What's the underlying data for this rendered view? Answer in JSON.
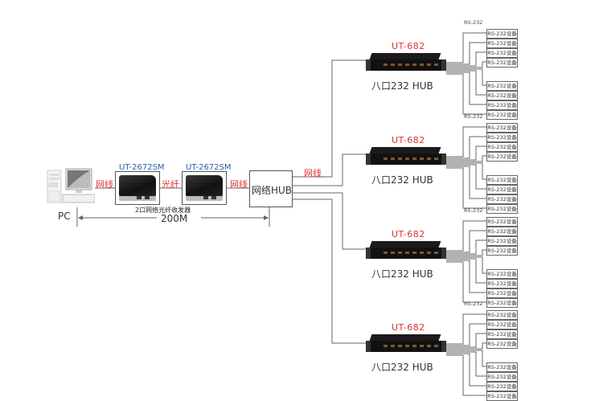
{
  "left_chain": {
    "pc_label": "PC",
    "cable1_label": "网线",
    "converter1_model": "UT-2672SM",
    "fiber_label": "光纤",
    "converter2_model": "UT-2672SM",
    "cable2_label": "网线",
    "converter_caption": "2口网络光纤收发器",
    "distance_label": "200M"
  },
  "network_hub": {
    "label": "网络HUB",
    "uplink_label": "网线"
  },
  "serial_hubs": [
    {
      "model": "UT-682",
      "name": "八口232 HUB",
      "rs232_label": "RS-232",
      "devices": [
        "RS-232设备",
        "RS-232设备",
        "RS-232设备",
        "RS-232设备",
        "RS-232设备",
        "RS-232设备",
        "RS-232设备",
        "RS-232设备"
      ]
    },
    {
      "model": "UT-682",
      "name": "八口232 HUB",
      "rs232_label": "RS-232",
      "devices": [
        "RS-232设备",
        "RS-232设备",
        "RS-232设备",
        "RS-232设备",
        "RS-232设备",
        "RS-232设备",
        "RS-232设备",
        "RS-232设备"
      ]
    },
    {
      "model": "UT-682",
      "name": "八口232 HUB",
      "rs232_label": "RS-232",
      "devices": [
        "RS-232设备",
        "RS-232设备",
        "RS-232设备",
        "RS-232设备",
        "RS-232设备",
        "RS-232设备",
        "RS-232设备",
        "RS-232设备"
      ]
    },
    {
      "model": "UT-682",
      "name": "八口232 HUB",
      "rs232_label": "RS-232",
      "devices": [
        "RS-232设备",
        "RS-232设备",
        "RS-232设备",
        "RS-232设备",
        "RS-232设备",
        "RS-232设备",
        "RS-232设备",
        "RS-232设备"
      ]
    }
  ],
  "colors": {
    "accent_red": "#e03030",
    "model_blue": "#2a5fb0",
    "wire_gray": "#666666"
  }
}
